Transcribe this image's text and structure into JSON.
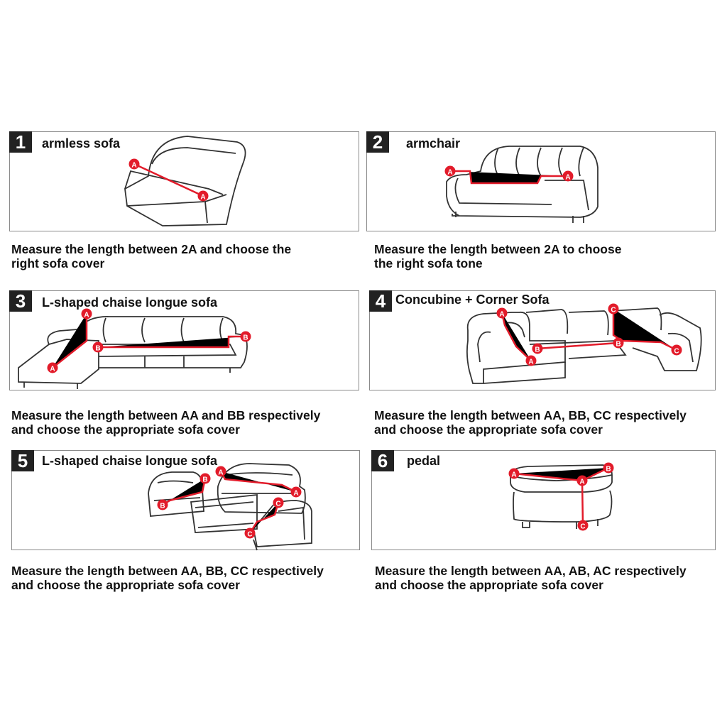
{
  "colors": {
    "accent": "#e21b2a",
    "ink": "#333333",
    "badge": "#222222"
  },
  "panels": [
    {
      "number": "1",
      "title": "armless sofa",
      "caption": [
        "Measure the length between 2A and choose the",
        "right sofa cover"
      ]
    },
    {
      "number": "2",
      "title": "armchair",
      "caption": [
        "Measure the length between 2A to choose",
        "the right sofa tone"
      ]
    },
    {
      "number": "3",
      "title": "L-shaped chaise longue sofa",
      "caption": [
        "Measure the length between AA and BB respectively",
        "and choose the appropriate sofa cover"
      ]
    },
    {
      "number": "4",
      "title": "Concubine + Corner Sofa",
      "caption": [
        "Measure the length between AA, BB, CC respectively",
        "and choose the appropriate sofa cover"
      ]
    },
    {
      "number": "5",
      "title": "L-shaped chaise longue sofa",
      "caption": [
        "Measure the length between AA, BB, CC respectively",
        "and choose the appropriate sofa cover"
      ]
    },
    {
      "number": "6",
      "title": "pedal",
      "caption": [
        "Measure the length between AA, AB, AC respectively",
        "and choose the appropriate sofa cover"
      ]
    }
  ],
  "markers": {
    "a": "A",
    "b": "B",
    "c": "C"
  }
}
